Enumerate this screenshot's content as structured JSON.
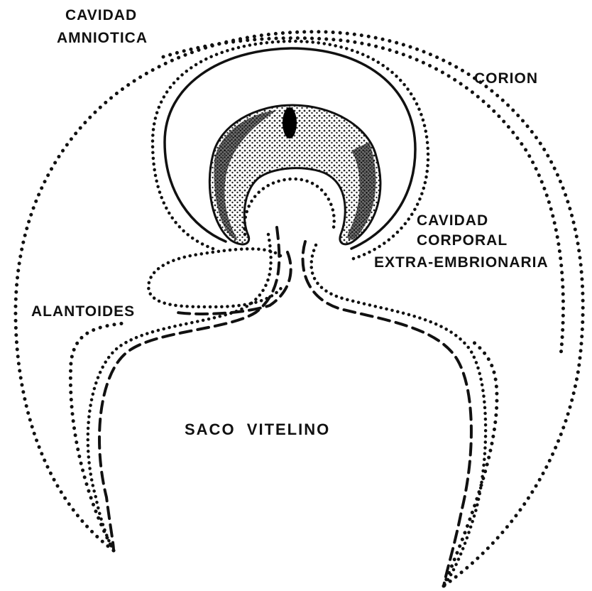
{
  "diagram": {
    "labels": {
      "amniotic_line1": "CAVIDAD",
      "amniotic_line2": "AMNIOTICA",
      "chorion": "CORION",
      "body_cavity_line1": "CAVIDAD",
      "body_cavity_line2": "CORPORAL",
      "body_cavity_line3": "EXTRA-EMBRIONARIA",
      "allantois": "ALANTOIDES",
      "yolk_sac": "SACO  VITELINO"
    }
  }
}
